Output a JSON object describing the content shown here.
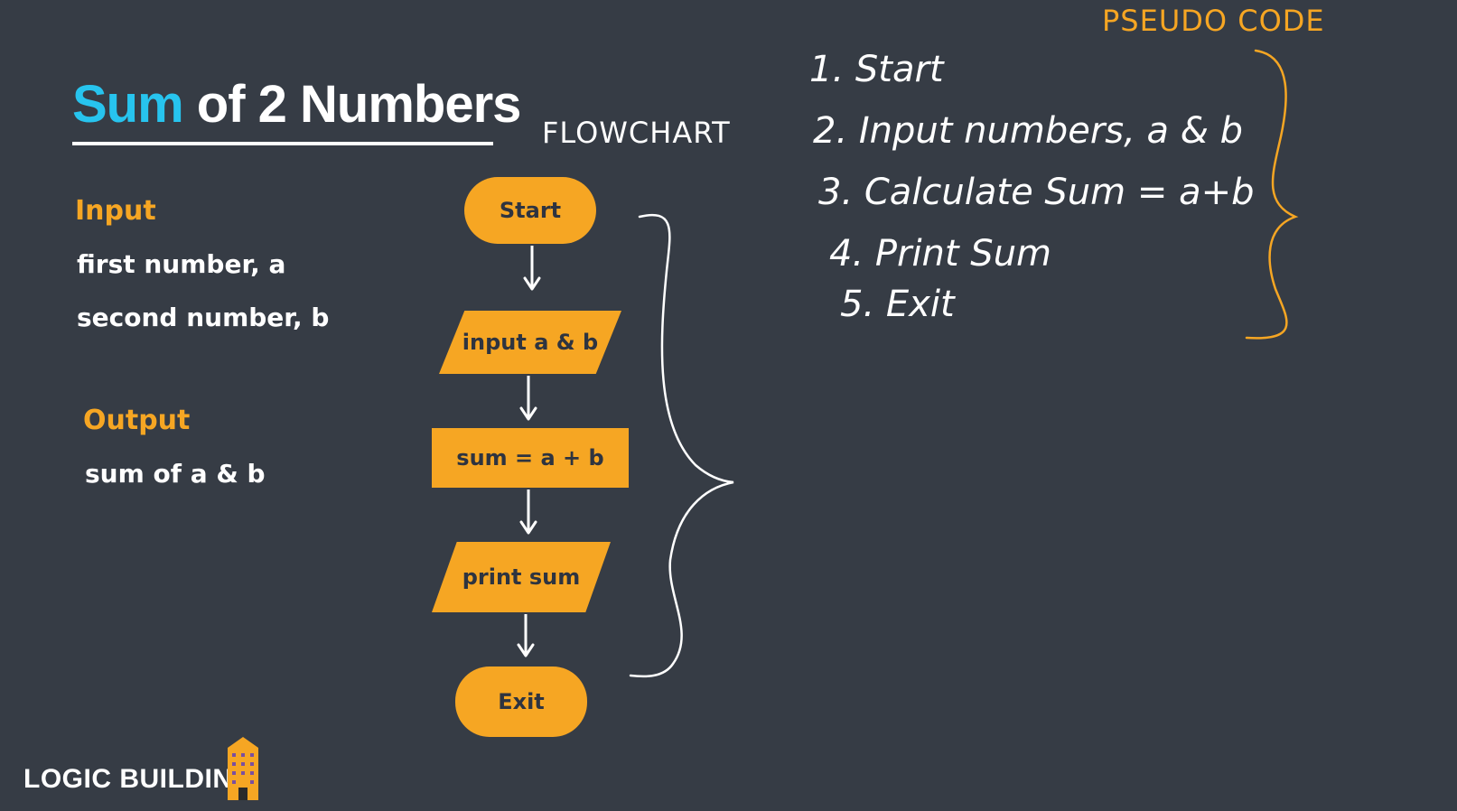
{
  "title": {
    "highlight": "Sum",
    "rest": " of 2 Numbers"
  },
  "flowchart_label": "FLOWCHART",
  "pseudo_label": "PSEUDO CODE",
  "input_section": {
    "heading": "Input",
    "lines": [
      "first number, a",
      "second number, b"
    ]
  },
  "output_section": {
    "heading": "Output",
    "lines": [
      "sum of a & b"
    ]
  },
  "flowchart": {
    "start": "Start",
    "input": "input a & b",
    "process": "sum = a + b",
    "output": "print sum",
    "end": "Exit"
  },
  "pseudocode": [
    "1. Start",
    "2. Input numbers, a & b",
    "3. Calculate Sum = a+b",
    "4. Print Sum",
    "5. Exit"
  ],
  "logo": {
    "text": "LOGIC BUILDING",
    "icon": "building-icon"
  },
  "colors": {
    "background": "#363c45",
    "accent": "#f6a623",
    "highlight": "#27c4ee",
    "text": "#ffffff"
  }
}
